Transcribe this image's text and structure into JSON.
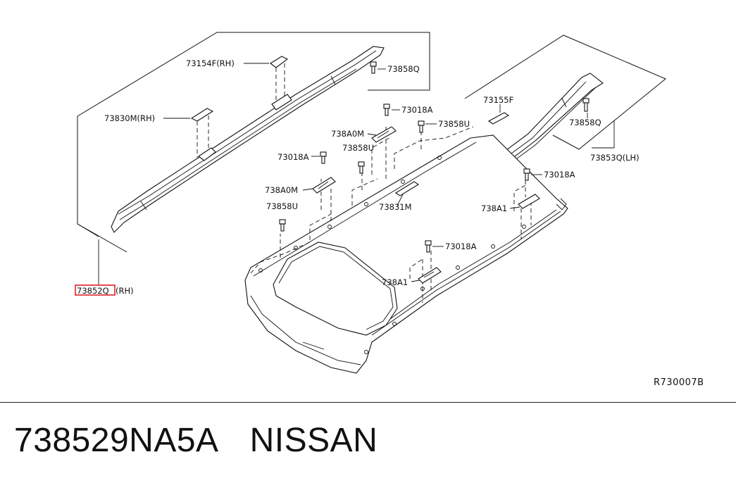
{
  "labels": {
    "rail_rh_upper": "73154F(RH)",
    "clip_upper_right": "73858Q",
    "moulding_rh": "73830M(RH)",
    "bolt_a_1": "73018A",
    "bracket_0m_1": "738A0M",
    "clip_u_1": "73858U",
    "clip_u_2": "73858U",
    "front_cover": "73155F",
    "clip_q_lh": "73858Q",
    "rail_lh": "73853Q(LH)",
    "bolt_a_2": "73018A",
    "bracket_0m_2": "738A0M",
    "clip_u_3": "73858U",
    "moulding_center": "73831M",
    "bolt_a_3": "73018A",
    "bracket_a1_1": "738A1",
    "bolt_a_4": "73018A",
    "bracket_a1_2": "738A1",
    "rail_rh_code": "73852Q",
    "rail_rh_suffix": "(RH)",
    "diagram_ref": "R730007B"
  },
  "highlight_color": "#e0202a",
  "footer": {
    "part_number": "738529NA5A",
    "brand": "NISSAN"
  }
}
